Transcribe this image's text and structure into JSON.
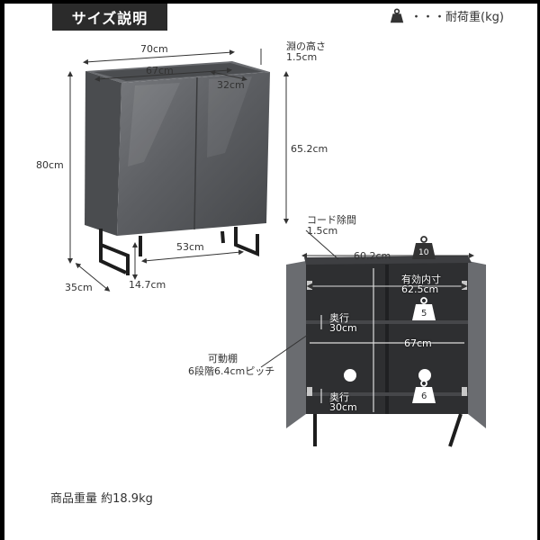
{
  "header": {
    "title": "サイズ説明",
    "legend_label": "・・・耐荷重(kg)"
  },
  "cabinet_front": {
    "width_total": "70cm",
    "width_inner": "67cm",
    "depth_inner": "32cm",
    "edge_height_label": "淵の高さ",
    "edge_height_value": "1.5cm",
    "height_total": "80cm",
    "height_body": "65.2cm",
    "depth_total": "35cm",
    "leg_span": "53cm",
    "leg_clearance": "14.7cm"
  },
  "cabinet_open": {
    "cord_gap_label": "コード除間",
    "cord_gap_value": "1.5cm",
    "inner_width": "60.2cm",
    "effective_label": "有効内寸",
    "effective_value": "62.5cm",
    "shelf_depth_label_1": "奥行",
    "shelf_depth_value_1": "30cm",
    "shelf_width": "67cm",
    "shelf_depth_label_2": "奥行",
    "shelf_depth_value_2": "30cm",
    "movable_shelf_label": "可動棚",
    "movable_shelf_pitch": "6段階6.4cmピッチ",
    "load_top": "10",
    "load_shelf": "5",
    "load_bottom": "6"
  },
  "footer": {
    "weight_text": "商品重量 約18.9kg"
  },
  "colors": {
    "cabinet": "#5f6165",
    "cabinet_dark": "#3b3c3f",
    "interior": "#2e2f31",
    "title_bg": "#2b2b2b"
  }
}
